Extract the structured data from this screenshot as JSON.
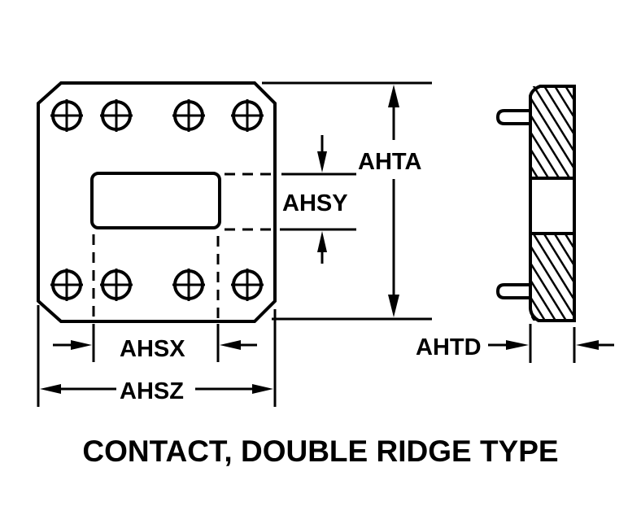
{
  "title": "CONTACT, DOUBLE RIDGE TYPE",
  "dimensions": {
    "ahta": "AHTA",
    "ahsy": "AHSY",
    "ahsx": "AHSX",
    "ahsz": "AHSZ",
    "ahtd": "AHTD"
  },
  "views": {
    "front": {
      "mounting_holes": 8,
      "aperture": "rounded-rectangle"
    },
    "side": {
      "section": "hatched",
      "pins": 2
    }
  }
}
